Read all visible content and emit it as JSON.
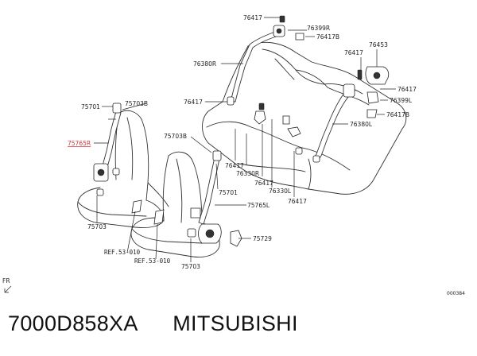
{
  "labels": {
    "l76417_top": "76417",
    "l76399r": "76399R",
    "l76417b_top": "76417B",
    "l76453": "76453",
    "l76380r": "76380R",
    "l76417_rt": "76417",
    "l76417_rt2": "76417",
    "l76399l": "76399L",
    "l76417b_rt": "76417B",
    "l76380l": "76380L",
    "l76417_mid": "76417",
    "l75701_l": "75701",
    "l75703b_l": "75703B",
    "l75765r": "75765R",
    "l75703b_c": "75703B",
    "l76417_c1": "76417",
    "l76330r": "76330R",
    "l76417_c2": "76417",
    "l76330l": "76330L",
    "l76417_c3": "76417",
    "l75701_c": "75701",
    "l75765l": "75765L",
    "l75703_l": "75703",
    "l75729": "75729",
    "l75703_c": "75703",
    "ref1": "REF.53-010",
    "ref2": "REF.53-010",
    "fr": "FR",
    "drawing_no": "000384"
  },
  "caption": {
    "part_number": "7000D858XA",
    "brand": "MITSUBISHI"
  },
  "colors": {
    "highlight": "#d9323a",
    "ink": "#222222"
  }
}
